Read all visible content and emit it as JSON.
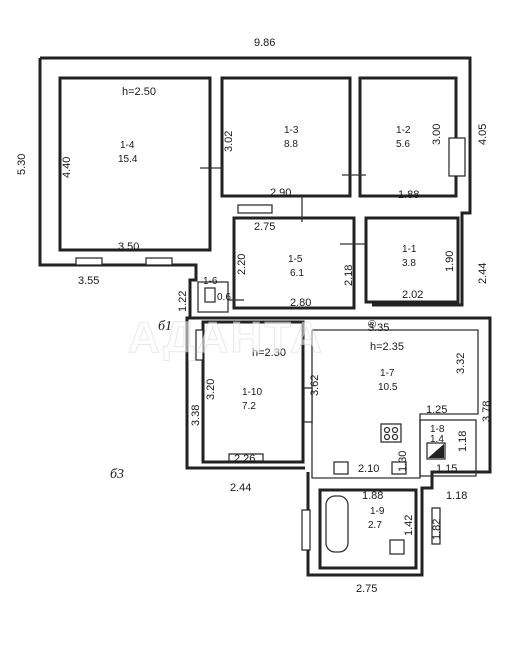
{
  "watermark": "АДАНТА",
  "watermark_mark": "®",
  "heights": [
    "h=2.50",
    "h=2.30",
    "h=2.35"
  ],
  "rooms": [
    {
      "id": "1-4",
      "area": "15.4"
    },
    {
      "id": "1-3",
      "area": "8.8"
    },
    {
      "id": "1-2",
      "area": "5.6"
    },
    {
      "id": "1-5",
      "area": "6.1"
    },
    {
      "id": "1-1",
      "area": "3.8"
    },
    {
      "id": "1-10",
      "area": "7.2"
    },
    {
      "id": "1-7",
      "area": "10.5"
    },
    {
      "id": "1-8",
      "area": "1.4"
    },
    {
      "id": "1-9",
      "area": "2.7"
    },
    {
      "id": "1-6",
      "area": "0.6"
    }
  ],
  "dims": {
    "top_total": "9.86",
    "left_total": "5.30",
    "r14_height": "4.40",
    "r14_bottom": "3.50",
    "r14_under": "3.55",
    "r13_height": "3.02",
    "r13_bottom": "2.90",
    "r12_height": "3.00",
    "r12_bottom": "1.88",
    "right_top": "4.05",
    "r15_top": "2.75",
    "r15_height": "2.20",
    "r15_right": "2.18",
    "r15_bottom": "2.80",
    "r11_height": "1.90",
    "r11_bottom": "2.02",
    "right_mid": "2.44",
    "vest_height": "1.22",
    "r17_width": "3.35",
    "r17_height": "3.32",
    "r17_right": "3.78",
    "r110_height": "3.38",
    "r110_inner": "3.20",
    "r110_right": "3.62",
    "r110_bottom": "2.26",
    "r110_under": "2.44",
    "r18_top": "1.25",
    "r18_side": "1.18",
    "r18_bottom": "1.15",
    "r17_low": "2.10",
    "r17_low_h": "1.30",
    "r19_top": "1.88",
    "r19_side": "1.42",
    "r19_right": "1.18",
    "r19_lower": "1.82",
    "bottom_total": "2.75"
  },
  "liters": [
    "б1",
    "б3"
  ]
}
